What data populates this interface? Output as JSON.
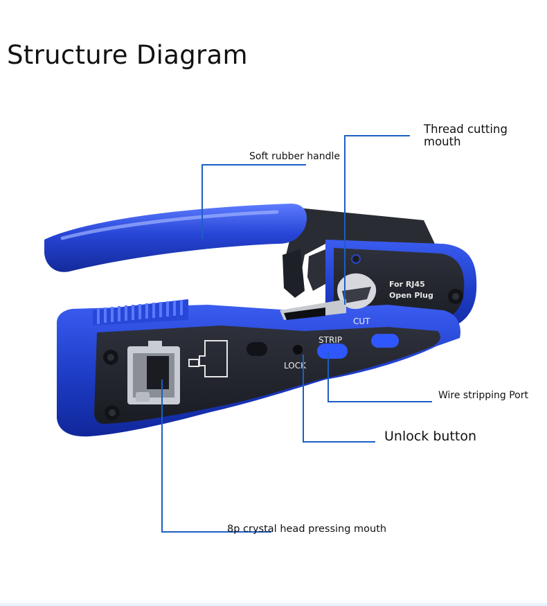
{
  "title": "Structure Diagram",
  "labels": {
    "handle": "Soft rubber handle",
    "thread_cutting": "Thread cutting mouth",
    "wire_stripping": "Wire stripping Port",
    "unlock": "Unlock button",
    "crystal_head": "8p crystal head pressing mouth"
  },
  "tool_markings": {
    "cut": "CUT",
    "strip": "STRIP",
    "lock": "LOCK"
  },
  "colors": {
    "tool_blue": "#1f3ec9",
    "tool_dark": "#23252e",
    "leader_line": "#1a5fc2"
  }
}
